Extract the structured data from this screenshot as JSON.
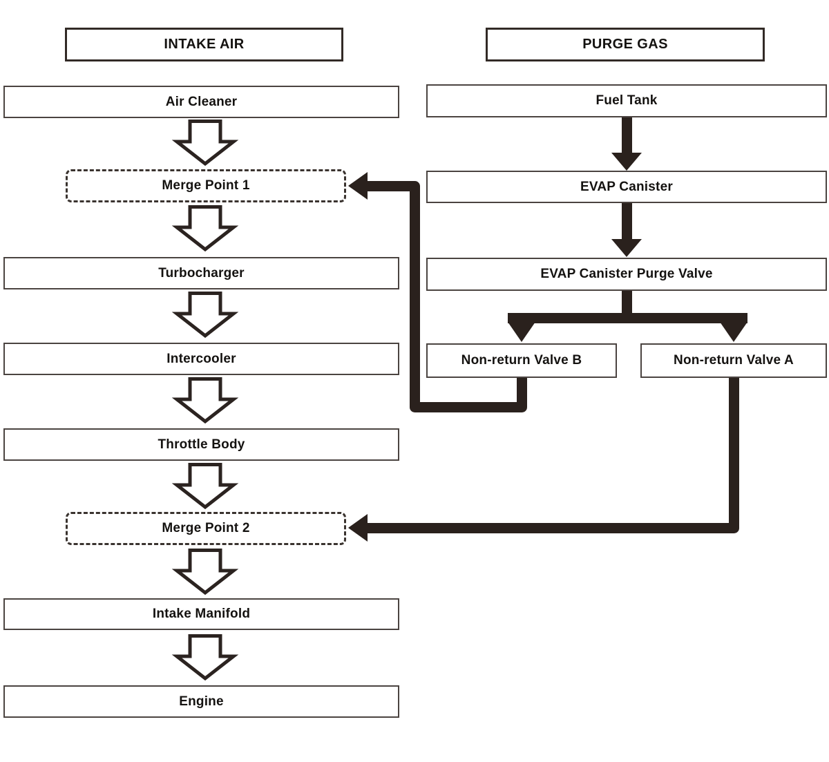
{
  "diagram": {
    "kind": "flowchart",
    "headers": {
      "intake": "INTAKE AIR",
      "purge": "PURGE GAS"
    },
    "nodes": {
      "air_cleaner": "Air Cleaner",
      "merge_point_1": "Merge Point 1",
      "turbocharger": "Turbocharger",
      "intercooler": "Intercooler",
      "throttle_body": "Throttle Body",
      "merge_point_2": "Merge Point 2",
      "intake_manifold": "Intake Manifold",
      "engine": "Engine",
      "fuel_tank": "Fuel Tank",
      "evap_canister": "EVAP Canister",
      "evap_canister_purge_valve": "EVAP Canister Purge Valve",
      "non_return_valve_b": "Non-return Valve B",
      "non_return_valve_a": "Non-return Valve A"
    },
    "edges": [
      {
        "from": "Air Cleaner",
        "to": "Merge Point 1",
        "style": "hollow-arrow"
      },
      {
        "from": "Merge Point 1",
        "to": "Turbocharger",
        "style": "hollow-arrow"
      },
      {
        "from": "Turbocharger",
        "to": "Intercooler",
        "style": "hollow-arrow"
      },
      {
        "from": "Intercooler",
        "to": "Throttle Body",
        "style": "hollow-arrow"
      },
      {
        "from": "Throttle Body",
        "to": "Merge Point 2",
        "style": "hollow-arrow"
      },
      {
        "from": "Merge Point 2",
        "to": "Intake Manifold",
        "style": "hollow-arrow"
      },
      {
        "from": "Intake Manifold",
        "to": "Engine",
        "style": "hollow-arrow"
      },
      {
        "from": "Fuel Tank",
        "to": "EVAP Canister",
        "style": "solid-arrow"
      },
      {
        "from": "EVAP Canister",
        "to": "EVAP Canister Purge Valve",
        "style": "solid-arrow"
      },
      {
        "from": "EVAP Canister Purge Valve",
        "to": "Non-return Valve B",
        "style": "solid-arrow"
      },
      {
        "from": "EVAP Canister Purge Valve",
        "to": "Non-return Valve A",
        "style": "solid-arrow"
      },
      {
        "from": "Non-return Valve B",
        "to": "Merge Point 1",
        "style": "solid-arrow"
      },
      {
        "from": "Non-return Valve A",
        "to": "Merge Point 2",
        "style": "solid-arrow"
      }
    ],
    "colors": {
      "line": "#2a211d",
      "box_border": "#4a4340",
      "header_border": "#322a26",
      "text": "#141210",
      "background": "#ffffff"
    }
  }
}
